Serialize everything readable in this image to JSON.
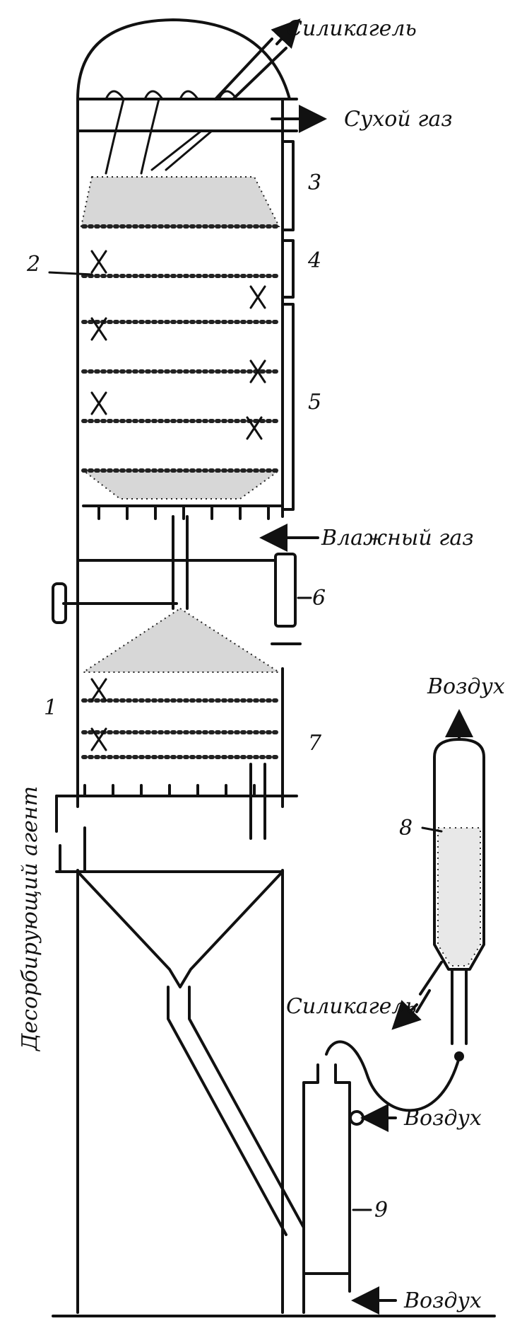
{
  "labels": {
    "silica_gel_top": "Силикагель",
    "dry_gas": "Сухой газ",
    "wet_gas": "Влажный газ",
    "air_top": "Воздух",
    "silica_gel_mid": "Силикагель",
    "air_mid": "Воздух",
    "air_bottom": "Воздух",
    "desorbing_agent": "Десорбирующий агент"
  },
  "numbers": {
    "n1": "1",
    "n2": "2",
    "n3": "3",
    "n4": "4",
    "n5": "5",
    "n6": "6",
    "n7": "7",
    "n8": "8",
    "n9": "9"
  }
}
